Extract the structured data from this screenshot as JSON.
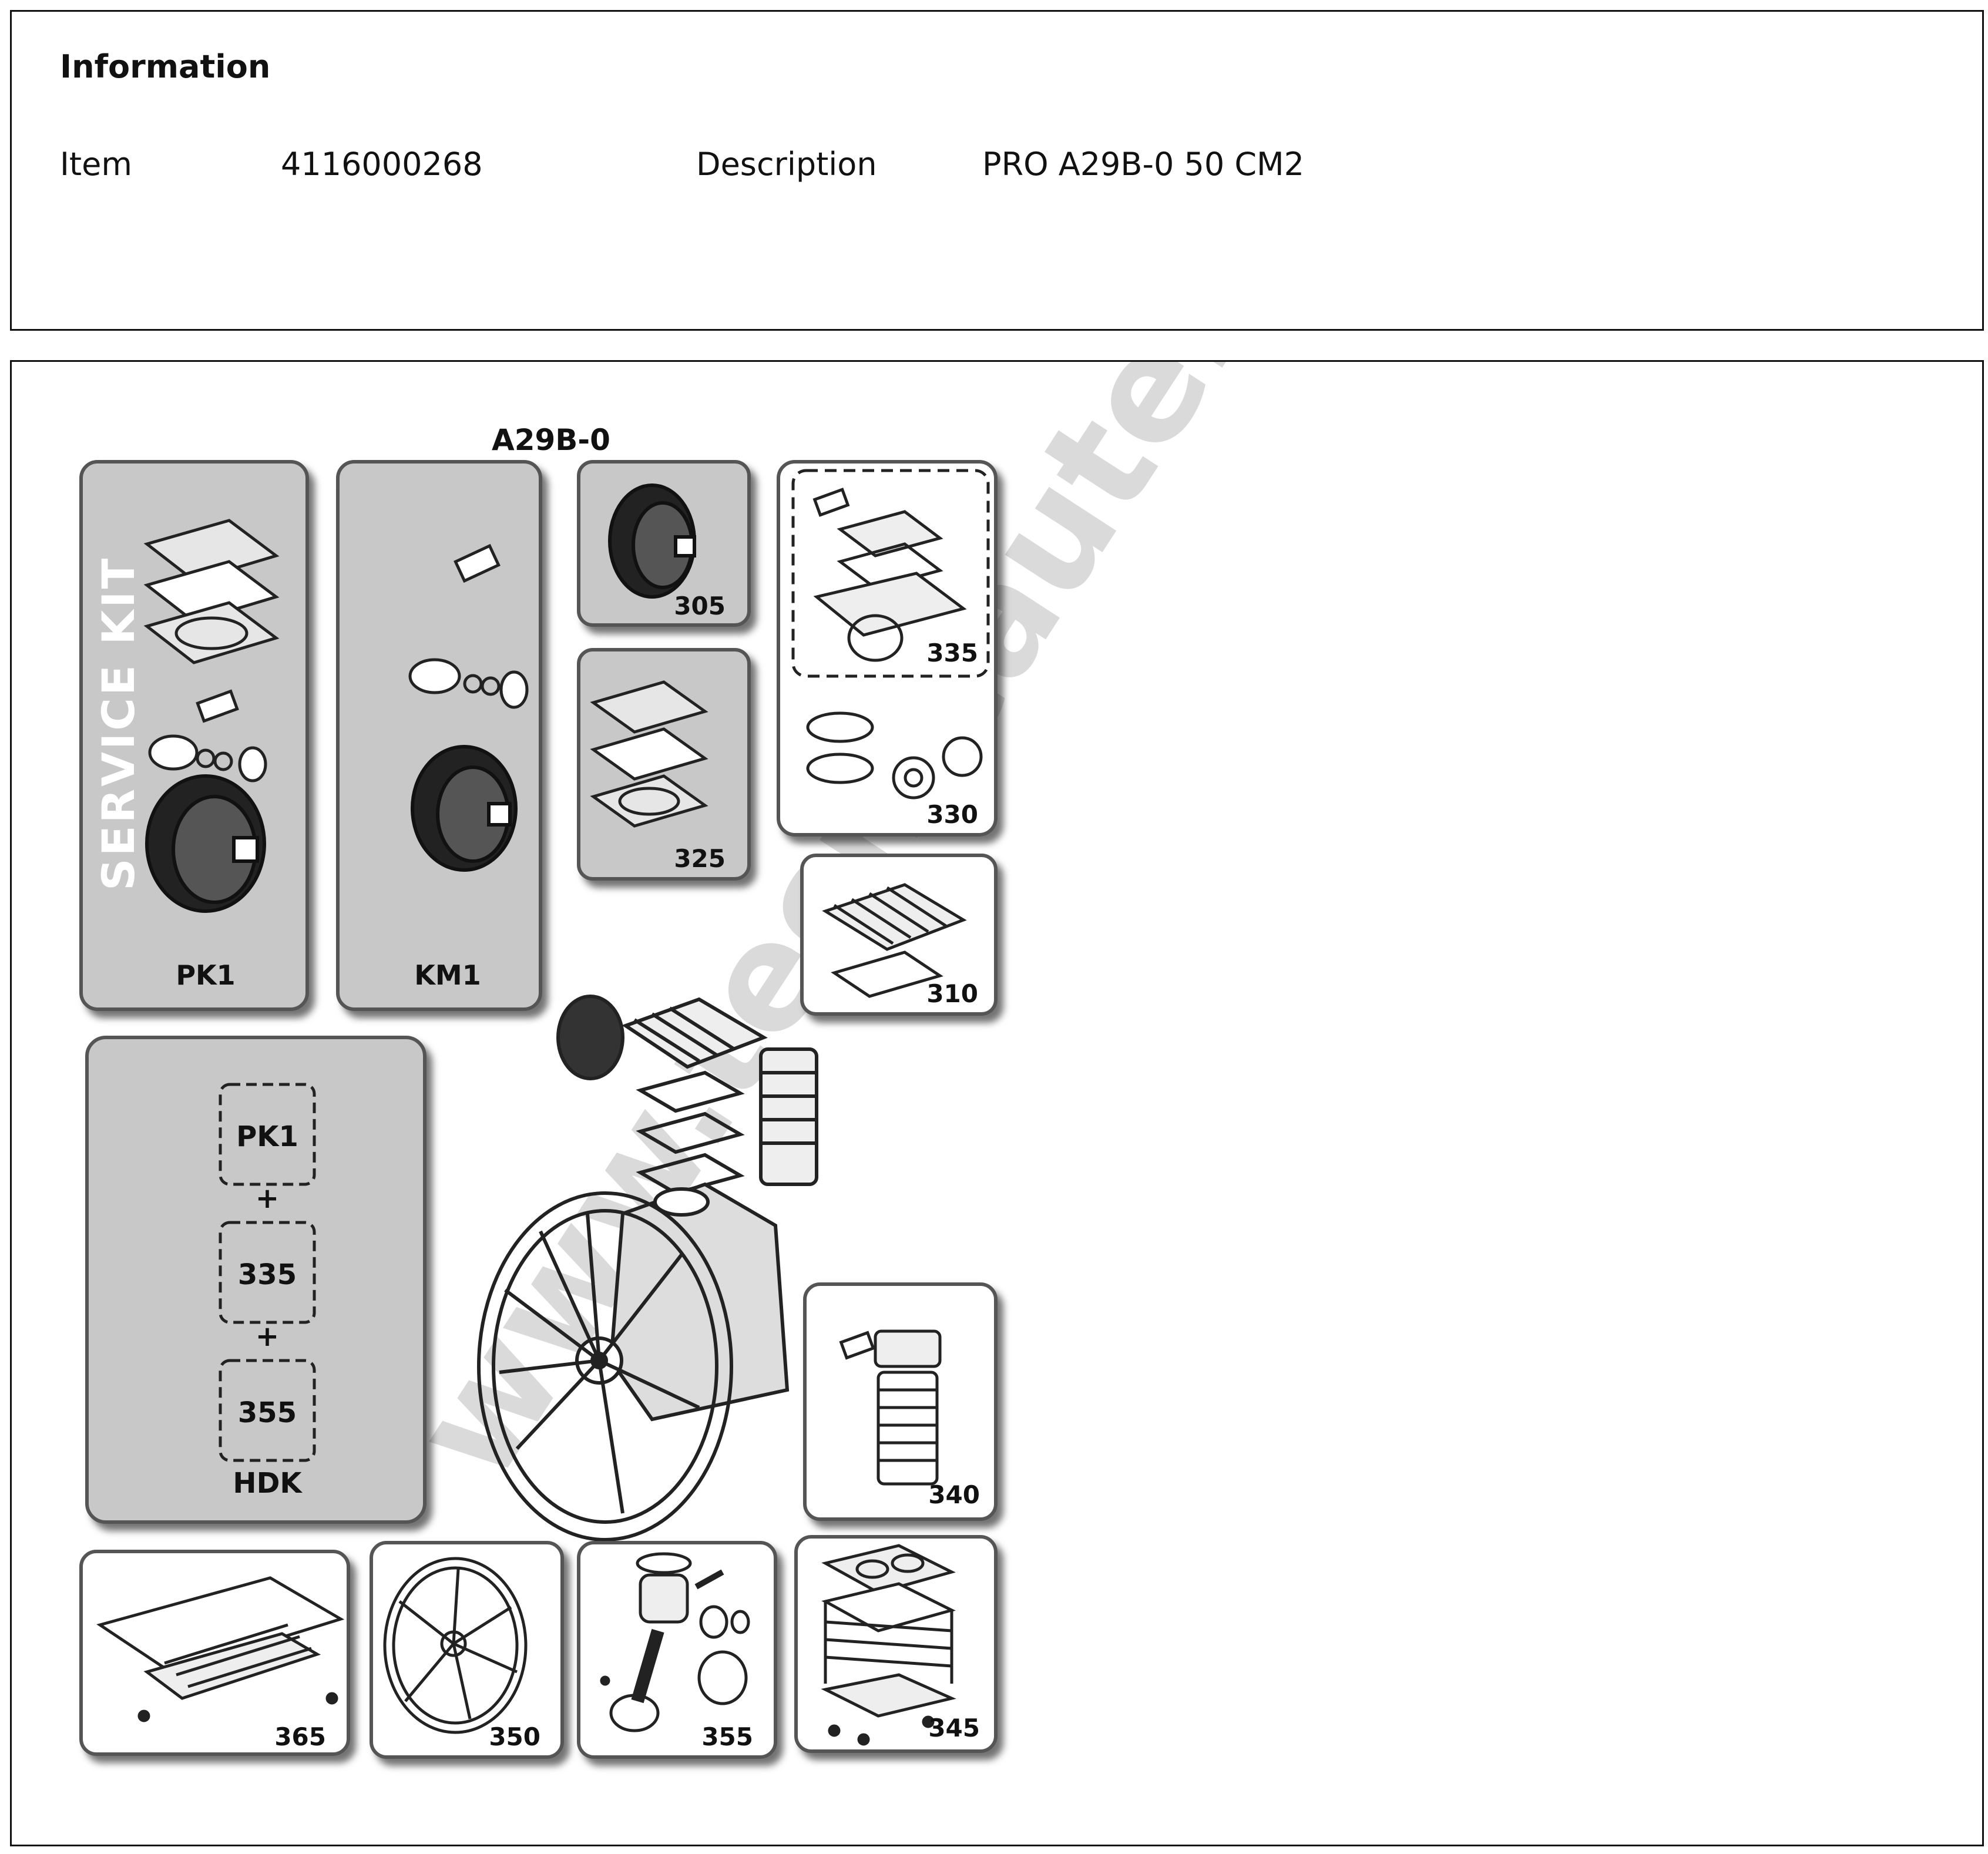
{
  "info": {
    "title": "Information",
    "item_label": "Item",
    "item_value": "4116000268",
    "description_label": "Description",
    "description_value": "PRO A29B-0 50 CM2"
  },
  "diagram": {
    "title": "A29B-0",
    "service_kit_text": "SERVICE KIT",
    "watermark": "www.tecnicautensili.com",
    "panels": {
      "pk1": "PK1",
      "km1": "KM1",
      "p305": "305",
      "p325": "325",
      "p335": "335",
      "p330": "330",
      "p310": "310",
      "p340": "340",
      "p365": "365",
      "p350": "350",
      "p355": "355",
      "p345": "345"
    },
    "hdk": {
      "label": "HDK",
      "items": [
        "PK1",
        "335",
        "355"
      ],
      "plus": "+"
    }
  },
  "colors": {
    "panel_fill": "#c8c8c8",
    "panel_border": "#555555",
    "ink": "#111111"
  }
}
